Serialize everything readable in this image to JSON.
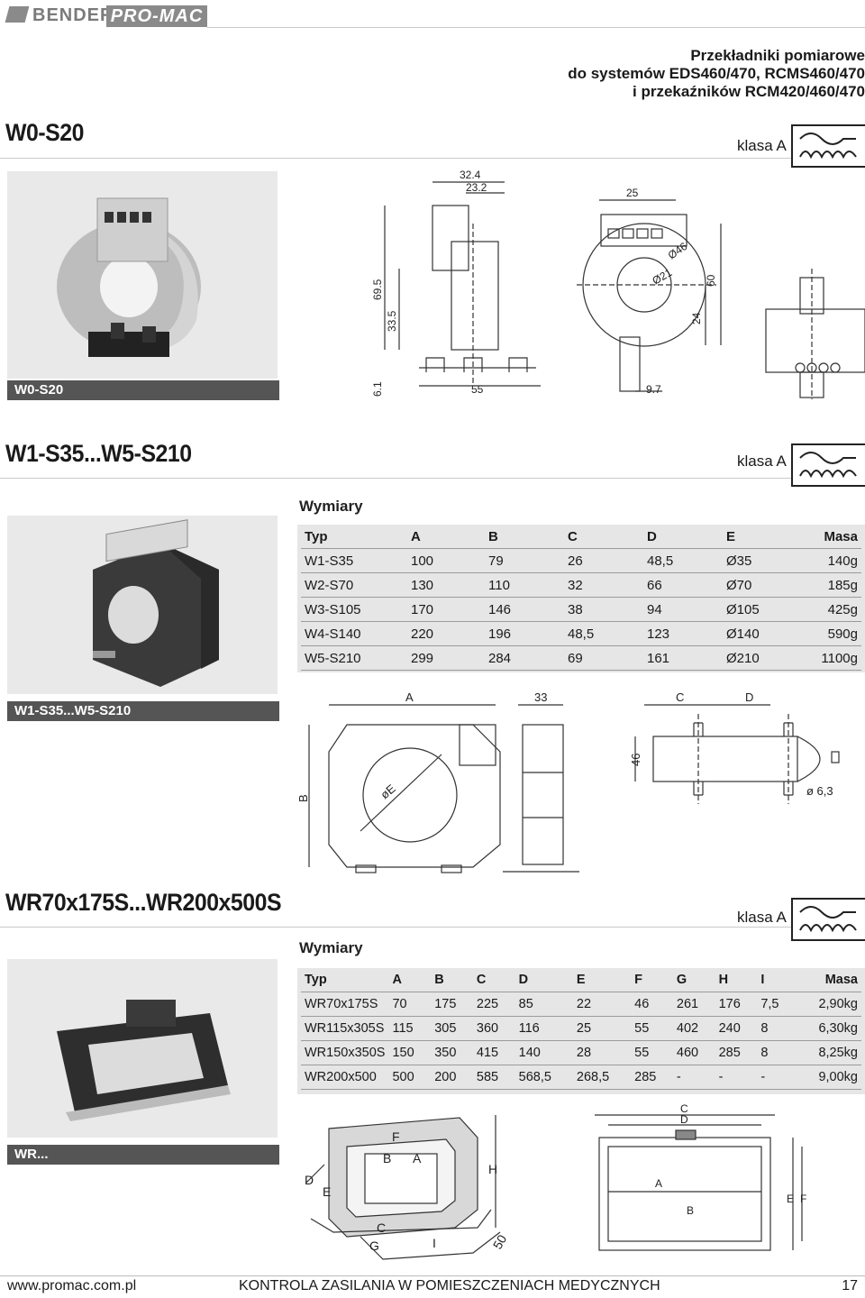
{
  "logos": {
    "bender": "BENDER",
    "promac": "PRO-MAC"
  },
  "header": {
    "line1": "Przekładniki pomiarowe",
    "line2": "do systemów EDS460/470, RCMS460/470",
    "line3": "i przekaźników RCM420/460/470"
  },
  "sections": [
    {
      "title": "W0-S20",
      "klasa": "klasa A",
      "bar": "W0-S20"
    },
    {
      "title": "W1-S35...W5-S210",
      "klasa": "klasa A",
      "bar": "W1-S35...W5-S210",
      "wymiary": "Wymiary"
    },
    {
      "title": "WR70x175S...WR200x500S",
      "klasa": "klasa A",
      "bar": "WR...",
      "wymiary": "Wymiary"
    }
  ],
  "drawing_w0": {
    "d1": "32.4",
    "d2": "23.2",
    "d3": "25",
    "d4": "69.5",
    "d5": "33.5",
    "d6": "6.1",
    "d7": "55",
    "d8": "9.7",
    "d9": "Ø46",
    "d10": "Ø21",
    "d11": "24",
    "d12": "60"
  },
  "drawing_w1": {
    "a": "A",
    "d33": "33",
    "c": "C",
    "d": "D",
    "d46": "46",
    "b": "B",
    "oe": "øE",
    "d63": "ø 6,3"
  },
  "drawing_wr": {
    "f": "F",
    "b": "B",
    "a": "A",
    "h": "H",
    "d": "D",
    "e": "E",
    "c": "C",
    "g": "G",
    "i": "I",
    "d50": "50",
    "c2": "C",
    "d2": "D",
    "a2": "A",
    "b2": "B",
    "e2": "E",
    "f2": "F"
  },
  "table1": {
    "headers": [
      "Typ",
      "A",
      "B",
      "C",
      "D",
      "E",
      "Masa"
    ],
    "rows": [
      [
        "W1-S35",
        "100",
        "79",
        "26",
        "48,5",
        "Ø35",
        "140g"
      ],
      [
        "W2-S70",
        "130",
        "110",
        "32",
        "66",
        "Ø70",
        "185g"
      ],
      [
        "W3-S105",
        "170",
        "146",
        "38",
        "94",
        "Ø105",
        "425g"
      ],
      [
        "W4-S140",
        "220",
        "196",
        "48,5",
        "123",
        "Ø140",
        "590g"
      ],
      [
        "W5-S210",
        "299",
        "284",
        "69",
        "161",
        "Ø210",
        "1100g"
      ]
    ]
  },
  "table2": {
    "headers": [
      "Typ",
      "A",
      "B",
      "C",
      "D",
      "E",
      "F",
      "G",
      "H",
      "I",
      "Masa"
    ],
    "rows": [
      [
        "WR70x175S",
        "70",
        "175",
        "225",
        "85",
        "22",
        "46",
        "261",
        "176",
        "7,5",
        "2,90kg"
      ],
      [
        "WR115x305S",
        "115",
        "305",
        "360",
        "116",
        "25",
        "55",
        "402",
        "240",
        "8",
        "6,30kg"
      ],
      [
        "WR150x350S",
        "150",
        "350",
        "415",
        "140",
        "28",
        "55",
        "460",
        "285",
        "8",
        "8,25kg"
      ],
      [
        "WR200x500",
        "500",
        "200",
        "585",
        "568,5",
        "268,5",
        "285",
        "-",
        "-",
        "-",
        "9,00kg"
      ]
    ]
  },
  "footer": {
    "url": "www.promac.com.pl",
    "title": "KONTROLA ZASILANIA W POMIESZCZENIACH MEDYCZNYCH",
    "page": "17"
  }
}
